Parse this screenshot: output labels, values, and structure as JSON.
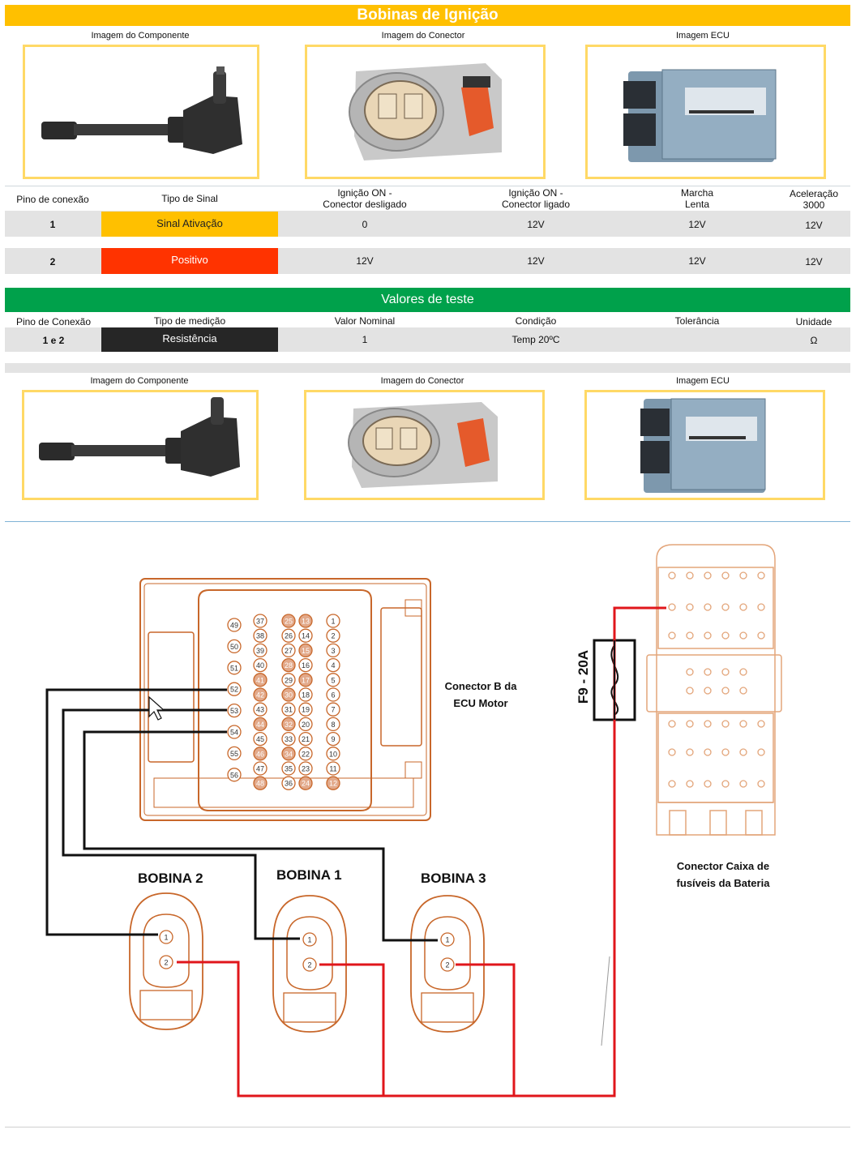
{
  "title": "Bobinas de Ignição",
  "images_top": {
    "component": "Imagem do Componente",
    "connector": "Imagem do Conector",
    "ecu": "Imagem ECU"
  },
  "signal_table": {
    "headers": {
      "pin": "Pino de conexão",
      "type": "Tipo de Sinal",
      "ign_off_1": "Ignição ON -",
      "ign_off_2": "Conector desligado",
      "ign_on_1": "Ignição ON -",
      "ign_on_2": "Conector ligado",
      "idle_1": "Marcha",
      "idle_2": "Lenta",
      "accel_1": "Aceleração",
      "accel_2": "3000"
    },
    "rows": [
      {
        "pin": "1",
        "type": "Sinal Ativação",
        "type_color": "#ffc000",
        "ign_off": "0",
        "ign_on": "12V",
        "idle": "12V",
        "accel": "12V"
      },
      {
        "pin": "2",
        "type": "Positivo",
        "type_color": "#ff3300",
        "ign_off": "12V",
        "ign_on": "12V",
        "idle": "12V",
        "accel": "12V"
      }
    ]
  },
  "test_section": {
    "title": "Valores de teste",
    "headers": {
      "pin": "Pino de Conexão",
      "measure": "Tipo de medição",
      "nominal": "Valor Nominal",
      "condition": "Condição",
      "tolerance": "Tolerância",
      "unit": "Unidade"
    },
    "row": {
      "pin": "1 e 2",
      "measure": "Resistência",
      "measure_color": "#262626",
      "nominal": "1",
      "condition": "Temp 20ºC",
      "tolerance": "",
      "unit": "Ω"
    }
  },
  "images_bottom": {
    "component": "Imagem do Componente",
    "connector": "Imagem do Conector",
    "ecu": "Imagem ECU"
  },
  "diagram": {
    "ecu_connector_label_1": "Conector B da",
    "ecu_connector_label_2": "ECU Motor",
    "fuse_label": "F9 - 20A",
    "fuse_box_label_1": "Conector Caixa de",
    "fuse_box_label_2": "fusíveis da Bateria",
    "coil_2": "BOBINA 2",
    "coil_1": "BOBINA 1",
    "coil_3": "BOBINA 3",
    "ecu_pins": {
      "col_a": [
        "49",
        "50",
        "51",
        "52",
        "53",
        "54",
        "55",
        "56"
      ],
      "col_b": [
        "37",
        "38",
        "39",
        "40",
        "41",
        "42",
        "43",
        "44",
        "45",
        "46",
        "47",
        "48"
      ],
      "col_c": [
        "25",
        "26",
        "27",
        "28",
        "29",
        "30",
        "31",
        "32",
        "33",
        "34",
        "35",
        "36"
      ],
      "col_d": [
        "13",
        "14",
        "15",
        "16",
        "17",
        "18",
        "19",
        "20",
        "21",
        "22",
        "23",
        "24"
      ],
      "col_e": [
        "1",
        "2",
        "3",
        "4",
        "5",
        "6",
        "7",
        "8",
        "9",
        "10",
        "11",
        "12"
      ]
    },
    "coil_pins": [
      "1",
      "2"
    ]
  },
  "colors": {
    "title_bar": "#ffc000",
    "green_bar": "#00a14b",
    "wire_signal": "#111111",
    "wire_power": "#e0161b",
    "connector_outline": "#c8672a"
  }
}
